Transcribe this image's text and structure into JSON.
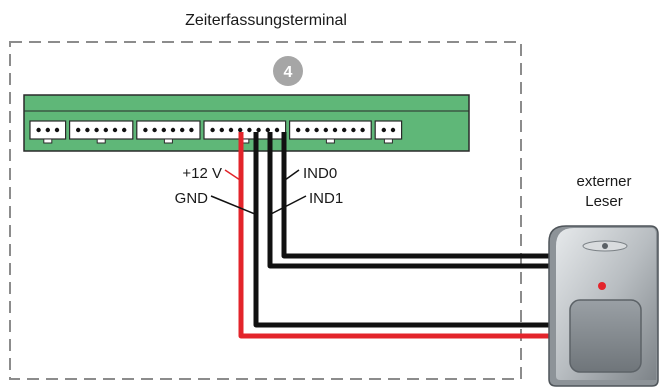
{
  "title": "Zeiterfassungsterminal",
  "badge": "4",
  "reader": {
    "line1": "externer",
    "line2": "Leser"
  },
  "wires": {
    "plus12v": "+12 V",
    "gnd": "GND",
    "ind0": "IND0",
    "ind1": "IND1"
  },
  "colors": {
    "board": "#5fb778",
    "board_stroke": "#2a2a2a",
    "wire_red": "#e3242b",
    "wire_black": "#111111",
    "frame": "#8c8c8c",
    "badge": "#a6a6a6",
    "reader_body": "#bfc4c8",
    "reader_led": "#e3242b"
  },
  "terminal_blocks": [
    {
      "pins": 3
    },
    {
      "pins": 6
    },
    {
      "pins": 6
    },
    {
      "pins": 8
    },
    {
      "pins": 8
    },
    {
      "pins": 2
    }
  ]
}
